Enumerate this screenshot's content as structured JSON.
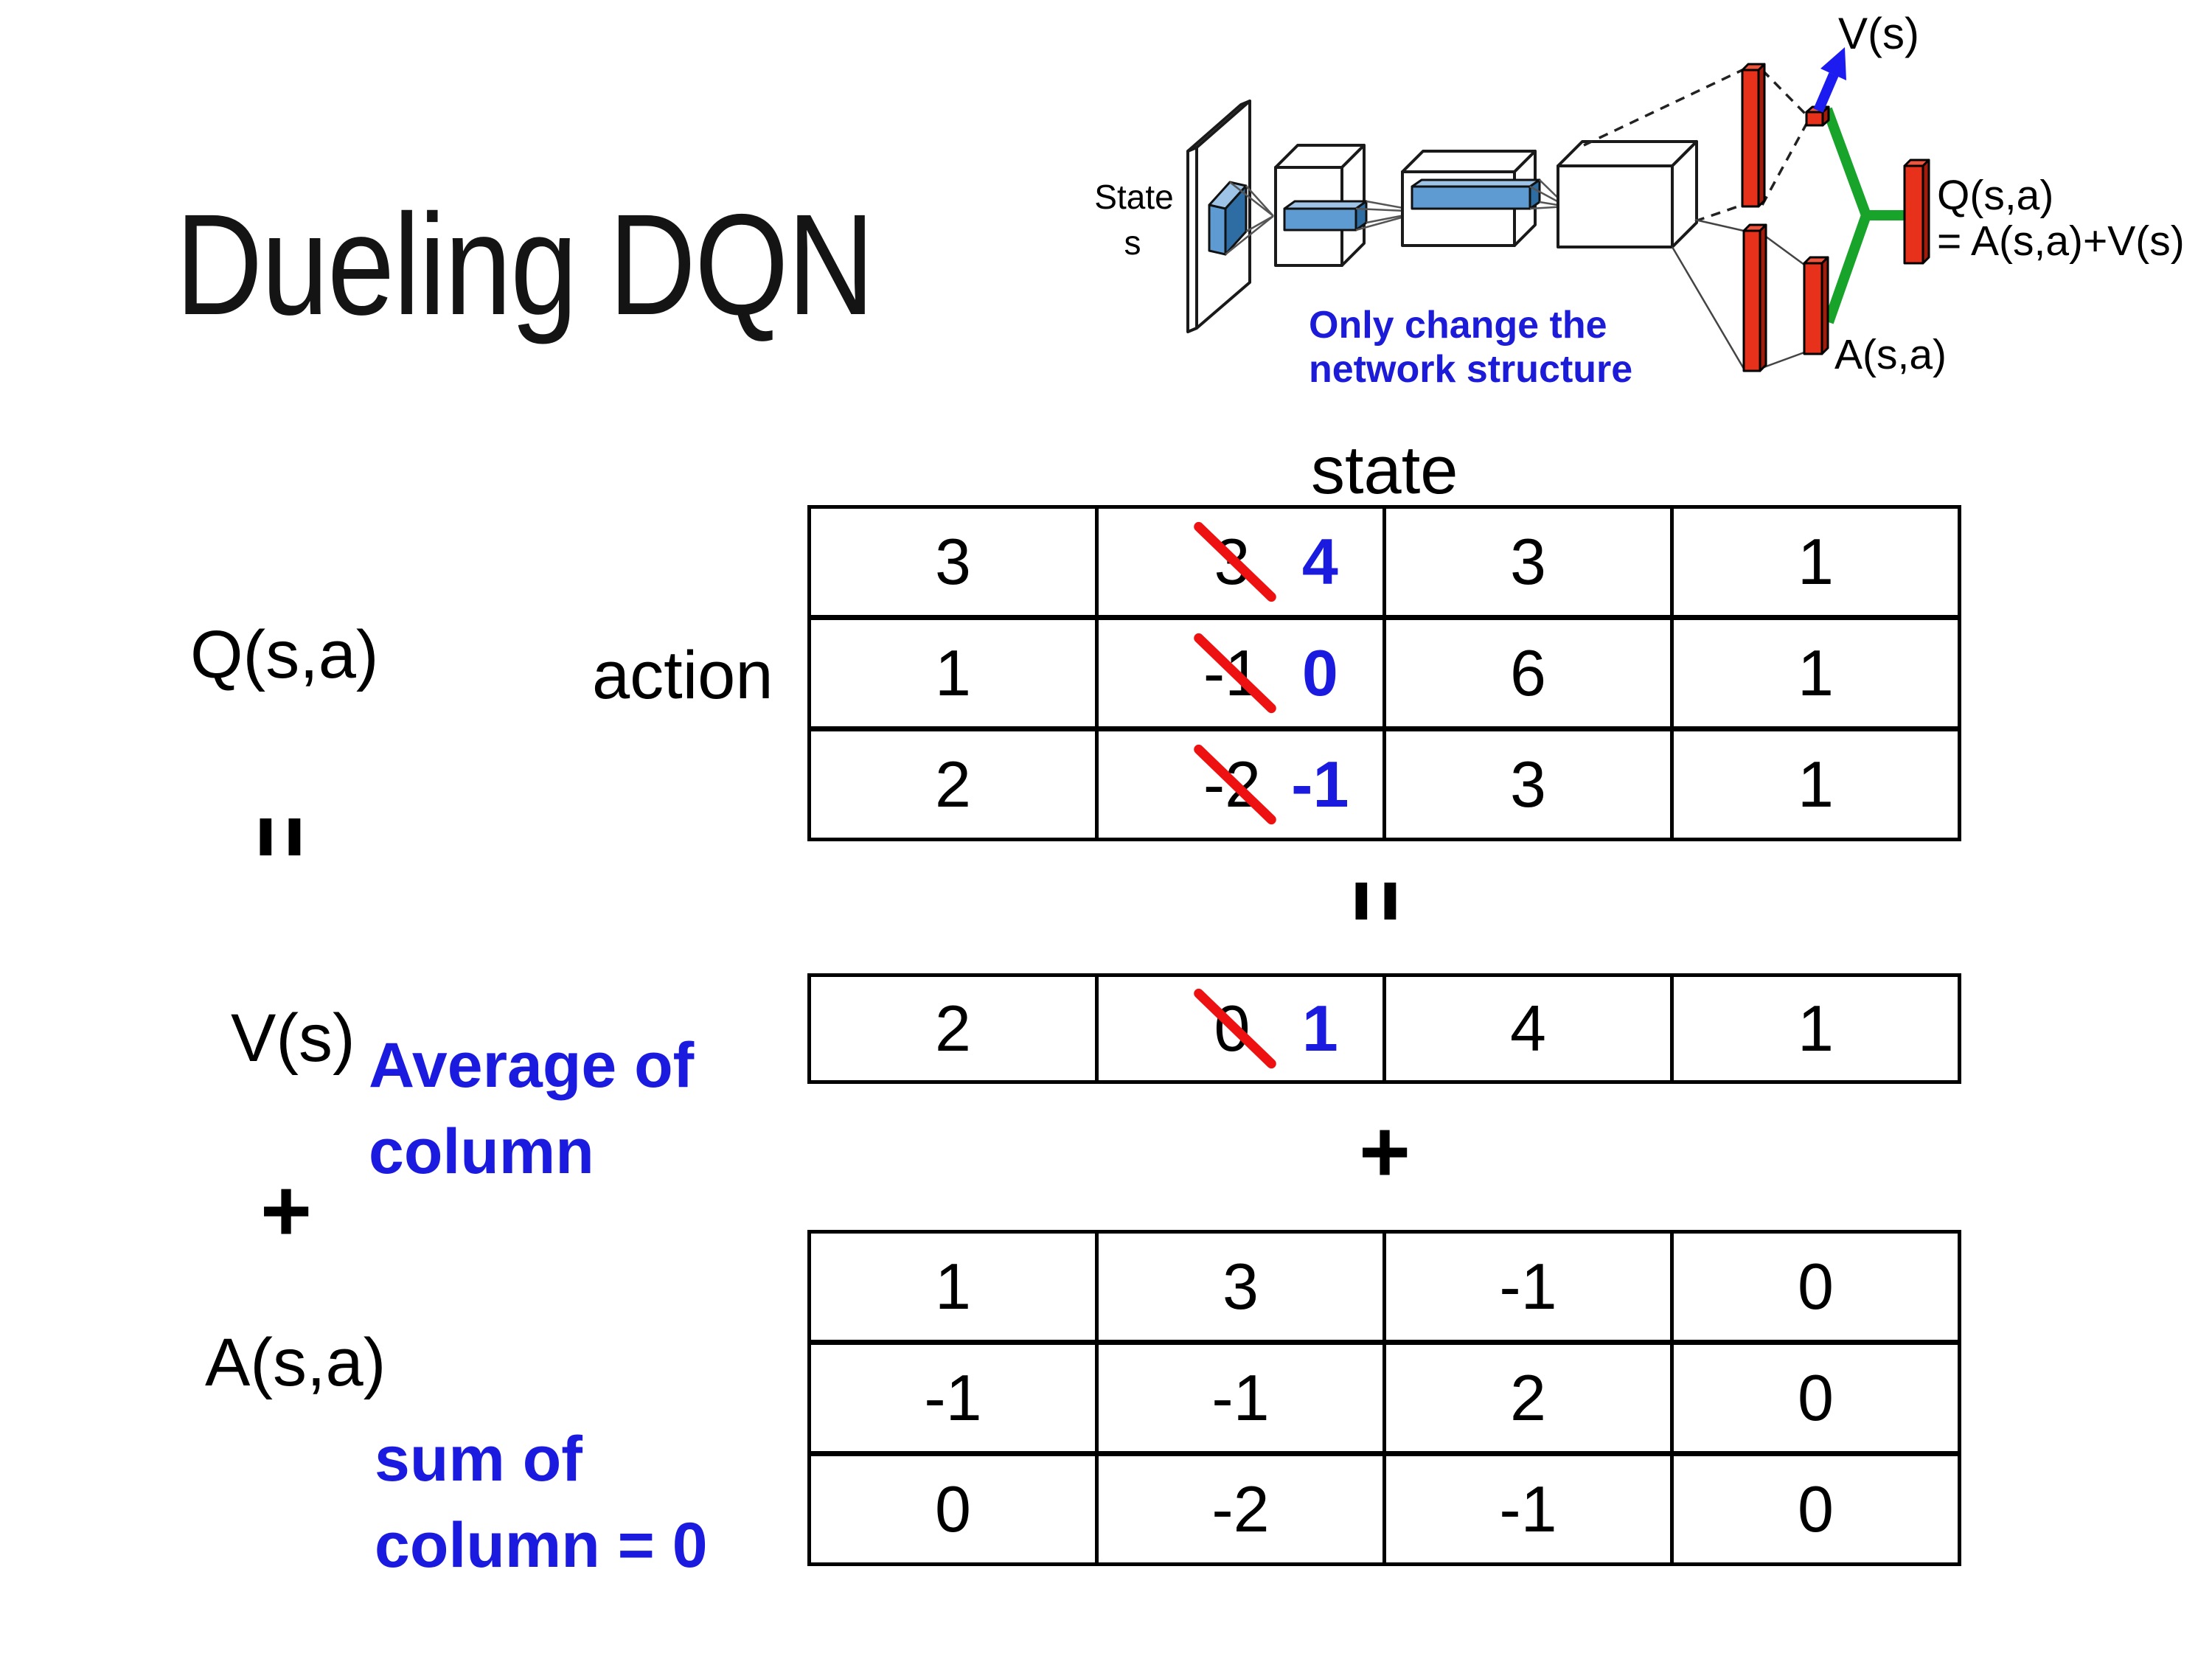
{
  "title": "Dueling DQN",
  "diagram": {
    "state_label_line1": "State",
    "state_label_line2": "s",
    "note_line1": "Only change the",
    "note_line2": "network structure",
    "v_output_label": "V(s)",
    "q_output_label_line1": "Q(s,a)",
    "q_output_label_line2": "= A(s,a)+V(s)",
    "a_output_label": "A(s,a)",
    "colors": {
      "red_bar": "#e8311b",
      "red_bar_dark": "#a31b0a",
      "red_bar_light": "#f0543c",
      "green_connector": "#18a32b",
      "blue_arrow": "#1c1cf0",
      "feature_blue": "#5e9bd3",
      "feature_blue_light": "#9dc3e6",
      "feature_blue_dark": "#2e6da4"
    }
  },
  "labels": {
    "q_matrix": "Q(s,a)",
    "action": "action",
    "state": "state",
    "equals": "=",
    "plus": "+",
    "v_matrix": "V(s)",
    "avg_line1": "Average of",
    "avg_line2": "column",
    "a_matrix": "A(s,a)",
    "sum_line1": "sum of",
    "sum_line2": "column = 0"
  },
  "colors": {
    "annotation_blue": "#1b1be0",
    "strike_red": "#ee1111",
    "corrected_value_blue": "#1b1be0"
  },
  "tables": {
    "q": {
      "name": "Q(s,a) action-state matrix",
      "rows": [
        [
          {
            "value": "3"
          },
          {
            "value": "3",
            "struck": true,
            "new_value": "4"
          },
          {
            "value": "3"
          },
          {
            "value": "1"
          }
        ],
        [
          {
            "value": "1"
          },
          {
            "value": "-1",
            "struck": true,
            "new_value": "0"
          },
          {
            "value": "6"
          },
          {
            "value": "1"
          }
        ],
        [
          {
            "value": "2"
          },
          {
            "value": "-2",
            "struck": true,
            "new_value": "-1"
          },
          {
            "value": "3"
          },
          {
            "value": "1"
          }
        ]
      ]
    },
    "v": {
      "name": "V(s) row vector",
      "rows": [
        [
          {
            "value": "2"
          },
          {
            "value": "0",
            "struck": true,
            "new_value": "1"
          },
          {
            "value": "4"
          },
          {
            "value": "1"
          }
        ]
      ]
    },
    "a": {
      "name": "A(s,a) advantage matrix",
      "rows": [
        [
          {
            "value": "1"
          },
          {
            "value": "3"
          },
          {
            "value": "-1"
          },
          {
            "value": "0"
          }
        ],
        [
          {
            "value": "-1"
          },
          {
            "value": "-1"
          },
          {
            "value": "2"
          },
          {
            "value": "0"
          }
        ],
        [
          {
            "value": "0"
          },
          {
            "value": "-2"
          },
          {
            "value": "-1"
          },
          {
            "value": "0"
          }
        ]
      ]
    }
  }
}
